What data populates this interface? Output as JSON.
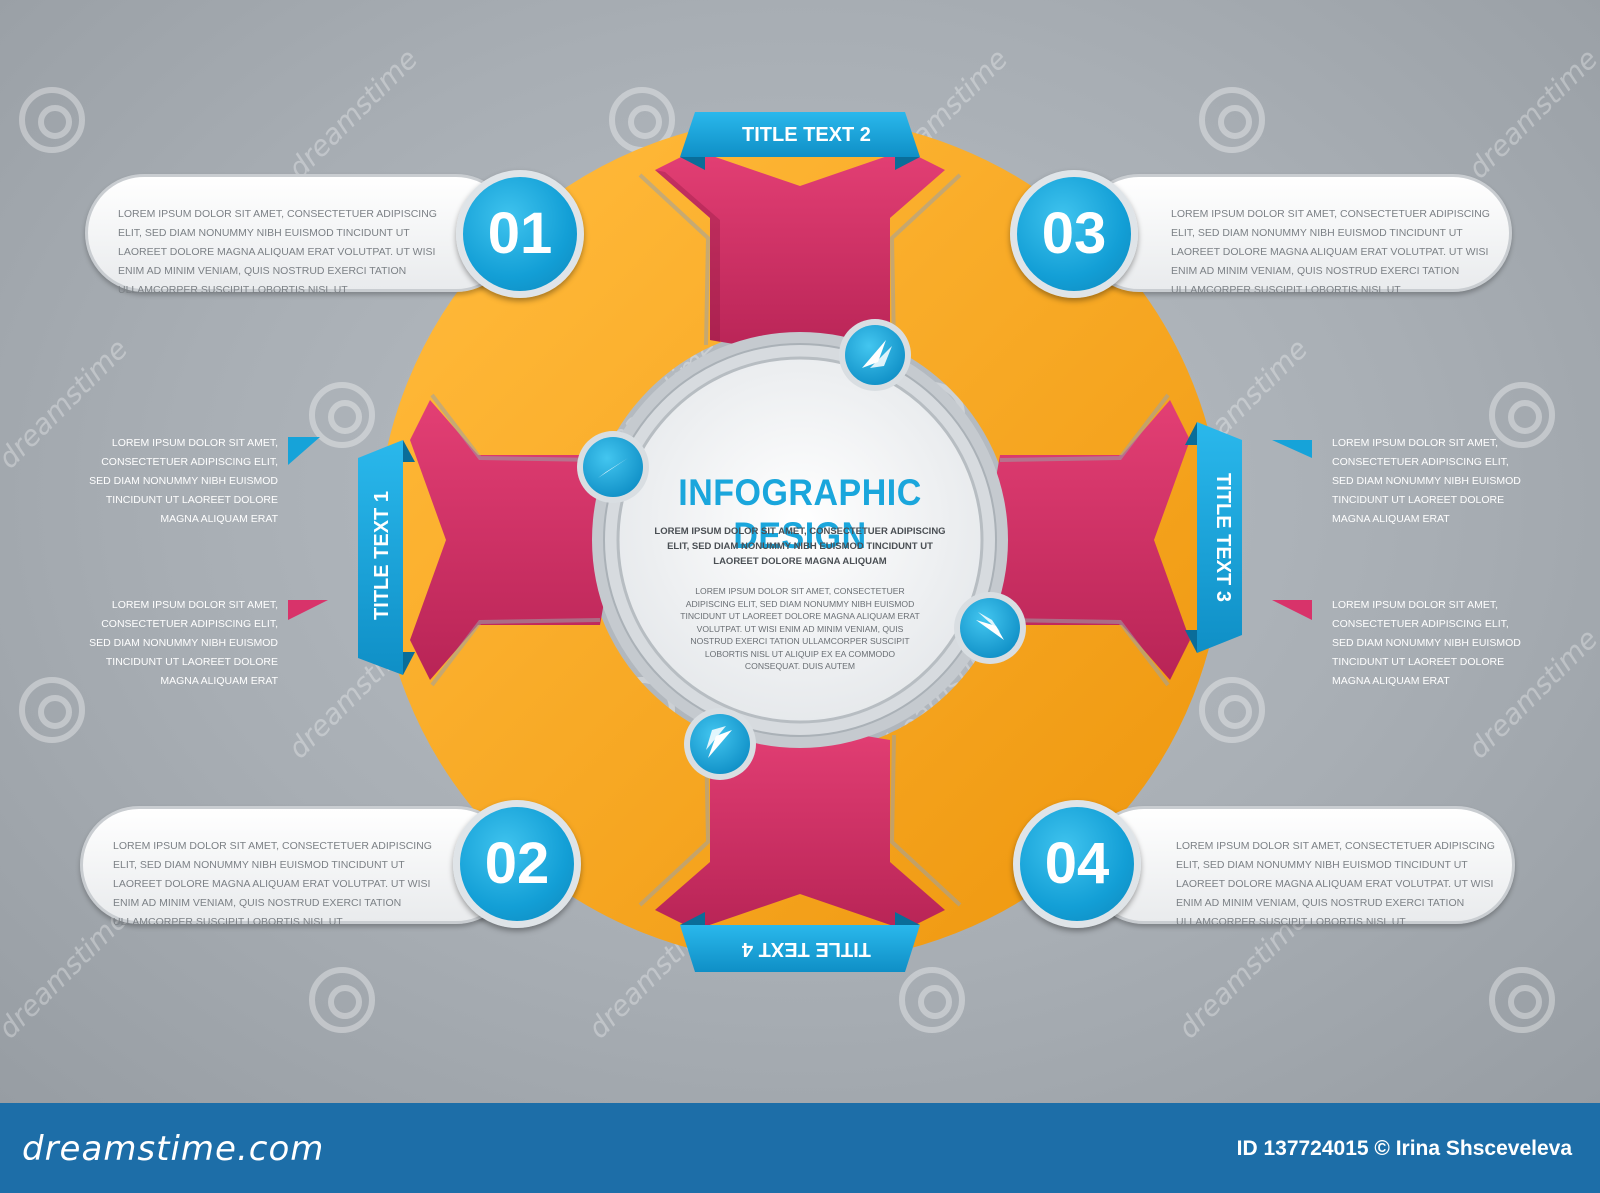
{
  "watermark": {
    "brand_text": "dreamstime",
    "icon": "spiral-icon"
  },
  "center": {
    "title": "INFOGRAPHIC DESIGN",
    "subtitle": "LOREM IPSUM DOLOR SIT AMET, CONSECTETUER ADIPISCING ELIT, SED DIAM NONUMMY NIBH EUISMOD TINCIDUNT UT LAOREET DOLORE MAGNA ALIQUAM",
    "body": "LOREM IPSUM DOLOR SIT AMET, CONSECTETUER ADIPISCING ELIT, SED DIAM NONUMMY NIBH EUISMOD TINCIDUNT UT LAOREET DOLORE MAGNA ALIQUAM ERAT VOLUTPAT. UT WISI ENIM AD MINIM VENIAM, QUIS NOSTRUD EXERCI TATION ULLAMCORPER SUSCIPIT LOBORTIS NISL UT ALIQUIP EX EA COMMODO CONSEQUAT. DUIS AUTEM"
  },
  "ribbons": {
    "title1": "TITLE TEXT 1",
    "title2": "TITLE TEXT 2",
    "title3": "TITLE TEXT 3",
    "title4": "TITLE TEXT 4"
  },
  "steps": [
    {
      "number": "01",
      "text": "LOREM IPSUM DOLOR SIT AMET, CONSECTETUER ADIPISCING ELIT, SED DIAM NONUMMY NIBH EUISMOD TINCIDUNT UT LAOREET DOLORE MAGNA ALIQUAM ERAT VOLUTPAT. UT WISI ENIM AD MINIM VENIAM, QUIS NOSTRUD EXERCI TATION ULLAMCORPER SUSCIPIT LOBORTIS NISL UT"
    },
    {
      "number": "02",
      "text": "LOREM IPSUM DOLOR SIT AMET, CONSECTETUER ADIPISCING ELIT, SED DIAM NONUMMY NIBH EUISMOD TINCIDUNT UT LAOREET DOLORE MAGNA ALIQUAM ERAT VOLUTPAT. UT WISI ENIM AD MINIM VENIAM, QUIS NOSTRUD EXERCI TATION ULLAMCORPER SUSCIPIT LOBORTIS NISL UT"
    },
    {
      "number": "03",
      "text": "LOREM IPSUM DOLOR SIT AMET, CONSECTETUER ADIPISCING ELIT, SED DIAM NONUMMY NIBH EUISMOD TINCIDUNT UT LAOREET DOLORE MAGNA ALIQUAM ERAT VOLUTPAT. UT WISI ENIM AD MINIM VENIAM, QUIS NOSTRUD EXERCI TATION ULLAMCORPER SUSCIPIT LOBORTIS NISL UT"
    },
    {
      "number": "04",
      "text": "LOREM IPSUM DOLOR SIT AMET, CONSECTETUER ADIPISCING ELIT, SED DIAM NONUMMY NIBH EUISMOD TINCIDUNT UT LAOREET DOLORE MAGNA ALIQUAM ERAT VOLUTPAT. UT WISI ENIM AD MINIM VENIAM, QUIS NOSTRUD EXERCI TATION ULLAMCORPER SUSCIPIT LOBORTIS NISL UT"
    }
  ],
  "side_notes": {
    "left_top": "LOREM IPSUM DOLOR SIT AMET, CONSECTETUER ADIPISCING ELIT, SED DIAM NONUMMY NIBH EUISMOD TINCIDUNT UT LAOREET DOLORE MAGNA ALIQUAM ERAT",
    "left_bottom": "LOREM IPSUM DOLOR SIT AMET, CONSECTETUER ADIPISCING ELIT, SED DIAM NONUMMY NIBH EUISMOD TINCIDUNT UT LAOREET DOLORE MAGNA ALIQUAM ERAT",
    "right_top": "LOREM IPSUM DOLOR SIT AMET, CONSECTETUER ADIPISCING ELIT, SED DIAM NONUMMY NIBH EUISMOD TINCIDUNT UT LAOREET DOLORE MAGNA ALIQUAM ERAT",
    "right_bottom": "LOREM IPSUM DOLOR SIT AMET, CONSECTETUER ADIPISCING ELIT, SED DIAM NONUMMY NIBH EUISMOD TINCIDUNT UT LAOREET DOLORE MAGNA ALIQUAM ERAT"
  },
  "footer": {
    "brand": "dreamstime.com",
    "credit": "ID 137724015 © Irina Shsceveleva"
  },
  "colors": {
    "orange": "#f6a623",
    "magenta": "#d8336a",
    "blue": "#16a3d9",
    "footer": "#1d6ea8"
  }
}
